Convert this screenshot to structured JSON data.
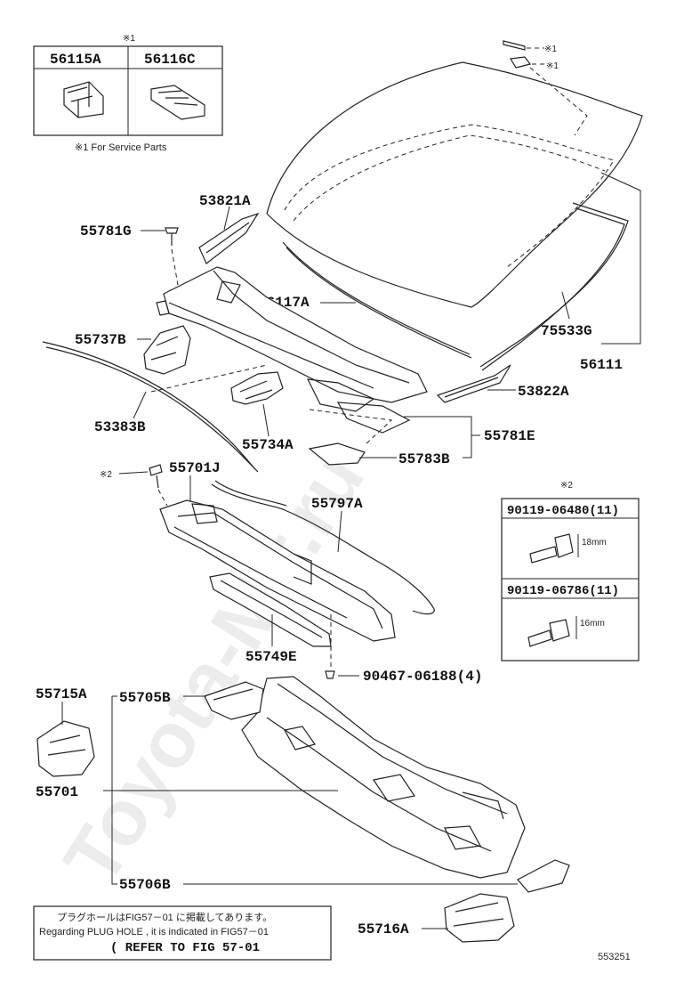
{
  "labels": {
    "p56115A": "56115A",
    "p56116C": "56116C",
    "mark1_top": "※1",
    "mark1_a": "※1",
    "mark1_b": "※1",
    "service_note": "※1 For Service Parts",
    "p53821A": "53821A",
    "p55781G": "55781G",
    "p56117A": "56117A",
    "p55737B": "55737B",
    "p75533G": "75533G",
    "p56111": "56111",
    "p53822A": "53822A",
    "p53383B": "53383B",
    "p55781E": "55781E",
    "p55734A": "55734A",
    "p55783B": "55783B",
    "mark2_a": "※2",
    "p55701J": "55701J",
    "p55797A": "55797A",
    "mark2_b": "※2",
    "bolt1": "90119-06480(11)",
    "bolt1_dim": "18mm",
    "bolt2": "90119-06786(11)",
    "bolt2_dim": "16mm",
    "p55749E": "55749E",
    "clip": "90467-06188(4)",
    "p55715A": "55715A",
    "p55705B": "55705B",
    "p55701": "55701",
    "p55706B": "55706B",
    "p55716A": "55716A",
    "note_jp": "プラグホールはFIG57－01 に掲載してあります。",
    "note_en": "Regarding PLUG HOLE , it is indicated in FIG57－01",
    "note_ref": "( REFER TO FIG 57-01",
    "fig_no": "553251",
    "watermark": "Toyota-Mir.ru"
  }
}
